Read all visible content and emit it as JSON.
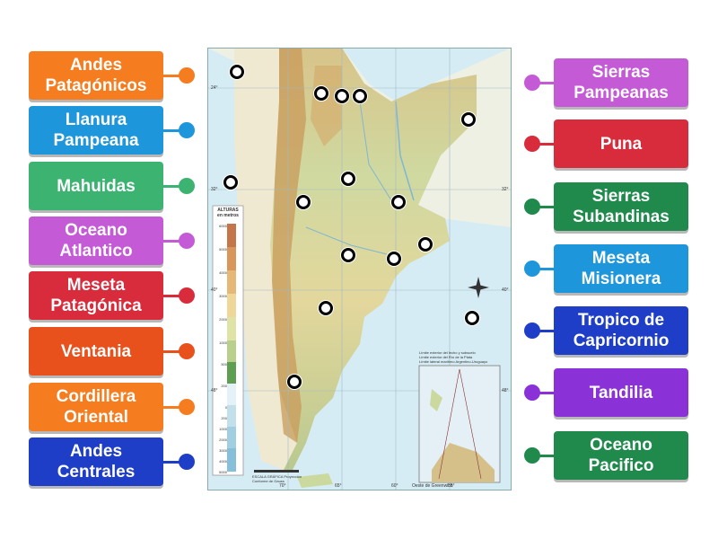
{
  "left_labels": [
    {
      "text": "Andes Patagónicos",
      "color": "#f57c1f",
      "dot": "#f57c1f"
    },
    {
      "text": "Llanura Pampeana",
      "color": "#1e96dc",
      "dot": "#1e96dc"
    },
    {
      "text": "Mahuidas",
      "color": "#3cb371",
      "dot": "#3cb371"
    },
    {
      "text": "Oceano Atlantico",
      "color": "#c45ad6",
      "dot": "#c45ad6"
    },
    {
      "text": "Meseta Patagónica",
      "color": "#d82c3c",
      "dot": "#d82c3c"
    },
    {
      "text": "Ventania",
      "color": "#e8501c",
      "dot": "#e8501c"
    },
    {
      "text": "Cordillera Oriental",
      "color": "#f57c1f",
      "dot": "#f57c1f"
    },
    {
      "text": "Andes Centrales",
      "color": "#1e3ec8",
      "dot": "#1e3ec8"
    }
  ],
  "right_labels": [
    {
      "text": "Sierras Pampeanas",
      "color": "#c45ad6",
      "dot": "#c45ad6"
    },
    {
      "text": "Puna",
      "color": "#d82c3c",
      "dot": "#d82c3c"
    },
    {
      "text": "Sierras Subandinas",
      "color": "#1f8a4c",
      "dot": "#1f8a4c"
    },
    {
      "text": "Meseta Misionera",
      "color": "#1e96dc",
      "dot": "#1e96dc"
    },
    {
      "text": "Tropico de Capricornio",
      "color": "#1e3ec8",
      "dot": "#1e3ec8"
    },
    {
      "text": "Tandilia",
      "color": "#8a32d8",
      "dot": "#8a32d8"
    },
    {
      "text": "Oceano Pacifico",
      "color": "#1f8a4c",
      "dot": "#1f8a4c"
    }
  ],
  "map": {
    "legend_title": "ALTURAS en metros",
    "legend_values": [
      "6000",
      "5000",
      "4000",
      "3000",
      "2000",
      "1000",
      "500",
      "200",
      "0",
      "200",
      "1000",
      "2000",
      "3000",
      "4000",
      "5000"
    ],
    "lat_labels": [
      "24°",
      "32°",
      "40°",
      "48°",
      "32°",
      "40°",
      "48°"
    ],
    "bottom_labels": [
      "70°",
      "65°",
      "60°",
      "Oeste de Greenwich",
      "55°"
    ],
    "scale_text": "ESCALA GRÁFICA Proyección Conforme de Gauss",
    "inset_notes": [
      "Límite exterior del lecho y subsuelo",
      "Límite exterior del Río de la Plata",
      "Límite lateral marítimo Argentino-Uruguayo"
    ]
  },
  "markers": [
    {
      "name": "marker-1"
    },
    {
      "name": "marker-2"
    },
    {
      "name": "marker-3"
    },
    {
      "name": "marker-4"
    },
    {
      "name": "marker-5"
    },
    {
      "name": "marker-6"
    },
    {
      "name": "marker-7"
    },
    {
      "name": "marker-8"
    },
    {
      "name": "marker-9"
    },
    {
      "name": "marker-10"
    },
    {
      "name": "marker-11"
    },
    {
      "name": "marker-12"
    },
    {
      "name": "marker-13"
    },
    {
      "name": "marker-14"
    },
    {
      "name": "marker-15"
    }
  ]
}
